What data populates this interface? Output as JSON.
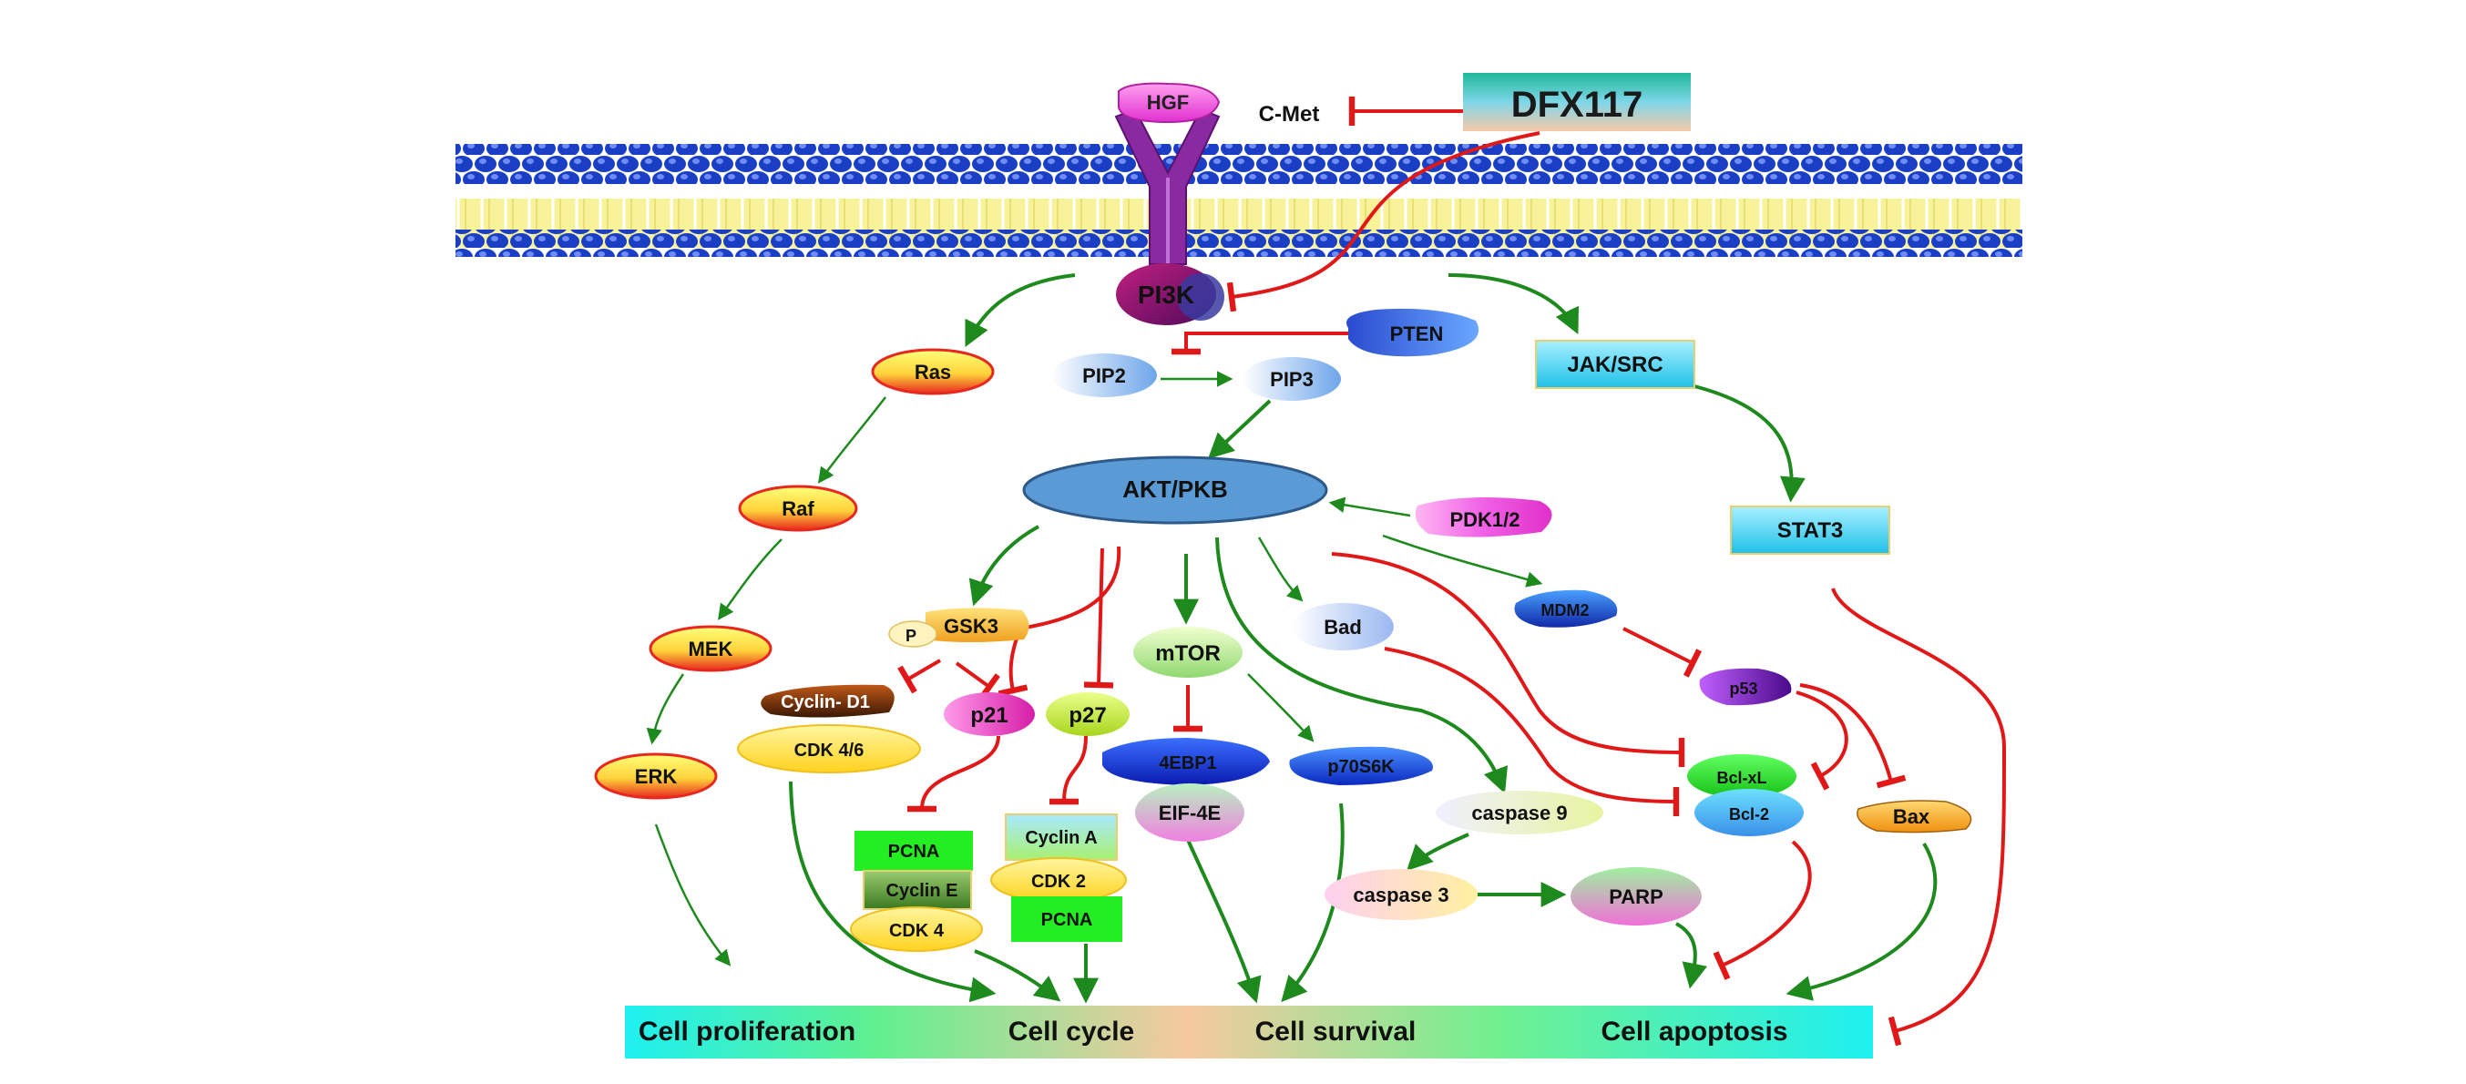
{
  "drug": {
    "label": "DFX117"
  },
  "receptor": {
    "ligand": "HGF",
    "label": "C-Met"
  },
  "nodes": {
    "pi3k": "PI3K",
    "pten": "PTEN",
    "pip2": "PIP2",
    "pip3": "PIP3",
    "jak_src": "JAK/SRC",
    "stat3": "STAT3",
    "ras": "Ras",
    "raf": "Raf",
    "mek": "MEK",
    "erk": "ERK",
    "akt": "AKT/PKB",
    "pdk": "PDK1/2",
    "gsk3": "GSK3",
    "p_tag": "P",
    "cyclin_d1": "Cyclin- D1",
    "cdk46": "CDK 4/6",
    "p21": "p21",
    "p27": "p27",
    "mtor": "mTOR",
    "bad": "Bad",
    "mdm2": "MDM2",
    "p53": "p53",
    "ebp1": "4EBP1",
    "eif4e": "EIF-4E",
    "p70s6k": "p70S6K",
    "caspase9": "caspase 9",
    "caspase3": "caspase 3",
    "parp": "PARP",
    "bclxl": "Bcl-xL",
    "bcl2": "Bcl-2",
    "bax": "Bax",
    "pcna1": "PCNA",
    "cyclin_e": "Cyclin E",
    "cdk4": "CDK 4",
    "cyclin_a": "Cyclin A",
    "cdk2": "CDK 2",
    "pcna2": "PCNA"
  },
  "outcomes": [
    "Cell proliferation",
    "Cell cycle",
    "Cell survival",
    "Cell apoptosis"
  ],
  "colors": {
    "activation": "#1e8a1e",
    "inhibition": "#e01818",
    "membrane_head": "#1a3fc4",
    "membrane_tail": "#f5f05a",
    "outcome_bar": "#1ee8e8",
    "receptor": "#8a2aa0"
  }
}
